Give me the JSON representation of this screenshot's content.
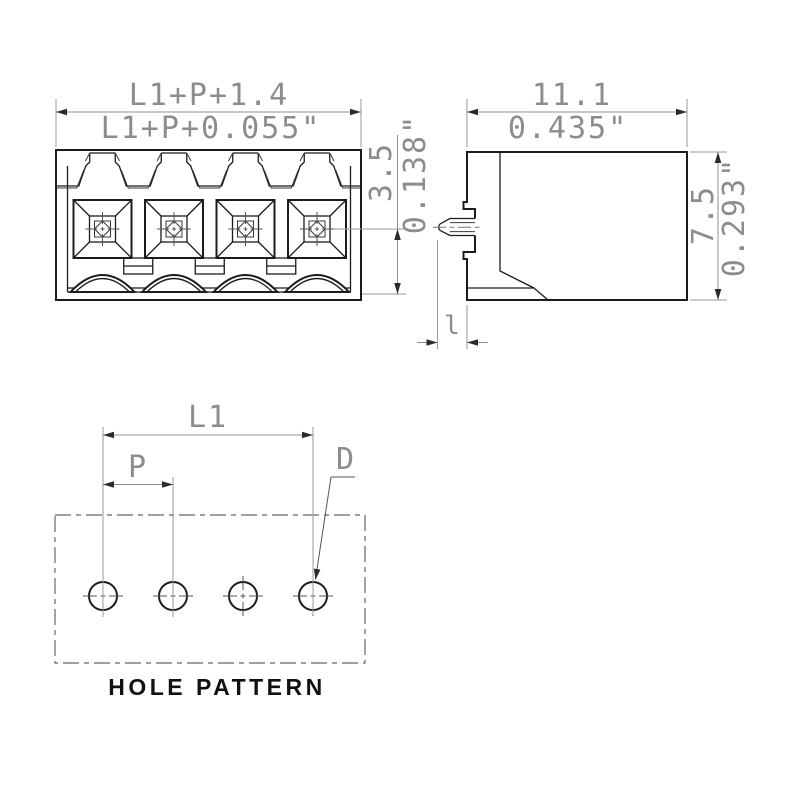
{
  "drawing": {
    "front_view": {
      "positions": 4,
      "width_dim_mm": "L1+P+1.4",
      "width_dim_inch": "L1+P+0.055\"",
      "height_dim_mm": "3.5",
      "height_dim_inch": "0.138\""
    },
    "side_view": {
      "width_dim_mm": "11.1",
      "width_dim_inch": "0.435\"",
      "height_dim_mm": "7.5",
      "height_dim_inch": "0.293\"",
      "pin_length_label": "l"
    },
    "hole_pattern": {
      "hole_count": 4,
      "span_label": "L1",
      "pitch_label": "P",
      "diameter_label": "D",
      "caption": "HOLE PATTERN"
    },
    "colors": {
      "part_line": "#1c1c1c",
      "dimension_line": "#909090",
      "dimension_text": "#8c8c8c",
      "arrowhead": "#2a2a2a",
      "phantom_line": "#666666",
      "background": "#ffffff"
    }
  }
}
